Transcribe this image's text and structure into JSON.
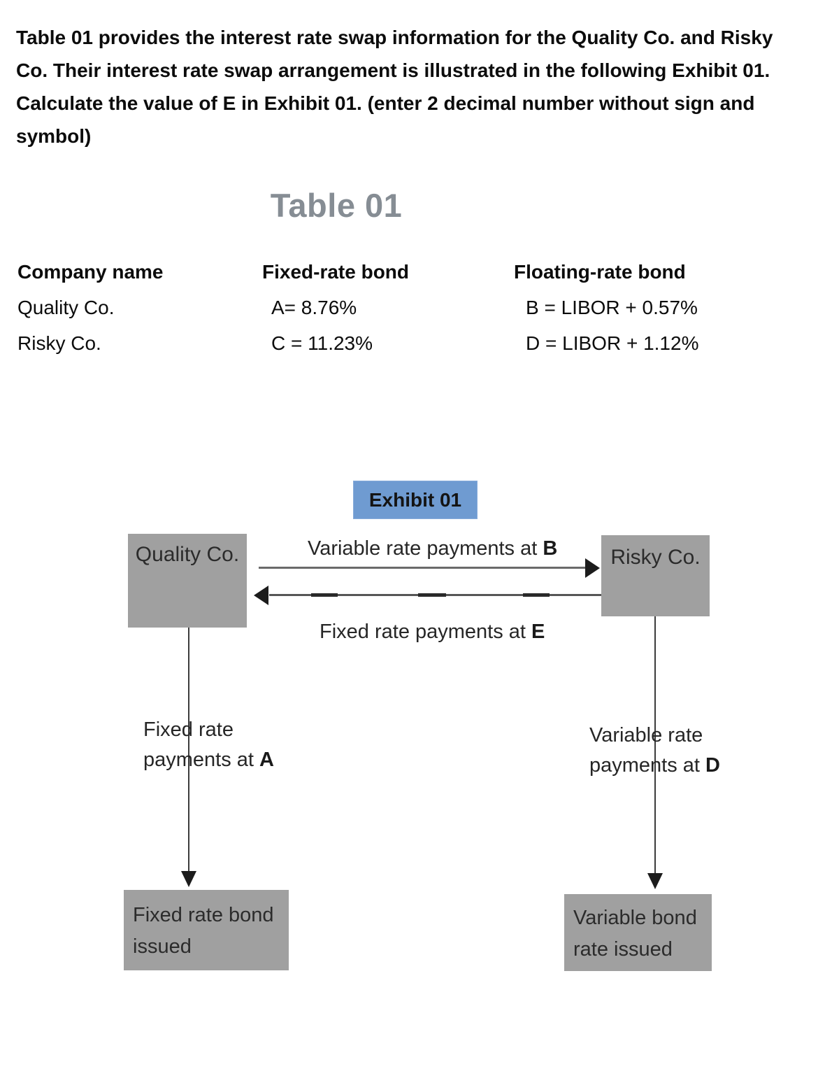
{
  "question": {
    "part1": "Table 01 provides the interest rate swap information for the Quality Co. and Risky Co. Their interest rate swap arrangement is illustrated in the following Exhibit 01. Calculate the value of ",
    "emphasis": "E",
    "part2": " in Exhibit 01. (enter 2 decimal number without sign and symbol)"
  },
  "table": {
    "title": "Table 01",
    "headers": [
      "Company name",
      "Fixed-rate bond",
      "Floating-rate bond"
    ],
    "rows": [
      {
        "company": "Quality Co.",
        "fixed": "A= 8.76%",
        "floating": "B = LIBOR + 0.57%"
      },
      {
        "company": "Risky Co.",
        "fixed": "C = 11.23%",
        "floating": "D = LIBOR + 1.12%"
      }
    ]
  },
  "exhibit": {
    "title": "Exhibit 01",
    "left_box": "Quality Co.",
    "right_box": "Risky Co.",
    "top_arrow_label_prefix": "Variable rate payments at ",
    "top_arrow_label_var": "B",
    "bottom_arrow_label_prefix": "Fixed rate payments at ",
    "bottom_arrow_label_var": "E",
    "left_line_label_line1": "Fixed rate",
    "left_line_label_line2_prefix": "payments at ",
    "left_line_label_var": "A",
    "right_line_label_line1": "Variable rate",
    "right_line_label_line2_prefix": "payments at ",
    "right_line_label_var": "D",
    "left_bottom_box_line1": "Fixed rate bond",
    "left_bottom_box_line2": "issued",
    "right_bottom_box_line1": "Variable bond",
    "right_bottom_box_line2": "rate issued"
  },
  "colors": {
    "exhibit_title_bg": "#6f9bd1",
    "diagram_box_gray": "#a0a0a0",
    "table_title_gray": "#868d94",
    "variable_e_green": "#45b263"
  }
}
